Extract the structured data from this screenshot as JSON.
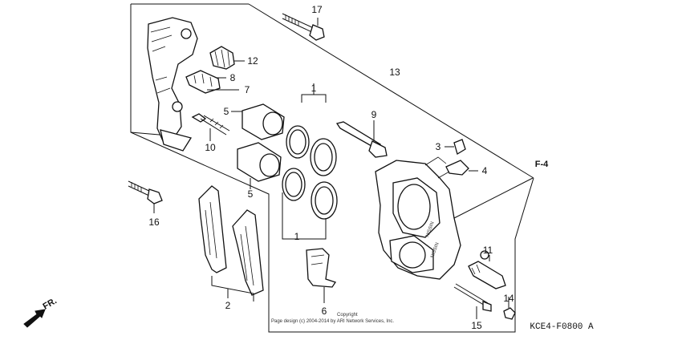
{
  "callouts": {
    "c1a": "1",
    "c1b": "1",
    "c2": "2",
    "c3": "3",
    "c4": "4",
    "c5a": "5",
    "c5b": "5",
    "c6": "6",
    "c7": "7",
    "c8": "8",
    "c9": "9",
    "c10": "10",
    "c11": "11",
    "c12": "12",
    "c13": "13",
    "c14": "14",
    "c15": "15",
    "c16": "16",
    "c17": "17"
  },
  "reference": "F-4",
  "front_label": "FR.",
  "copyright_title": "Copyright",
  "copyright_text": "Page design (c) 2004-2014 by ARI Network Services, Inc.",
  "diagram_code": "KCE4-F0800 A"
}
